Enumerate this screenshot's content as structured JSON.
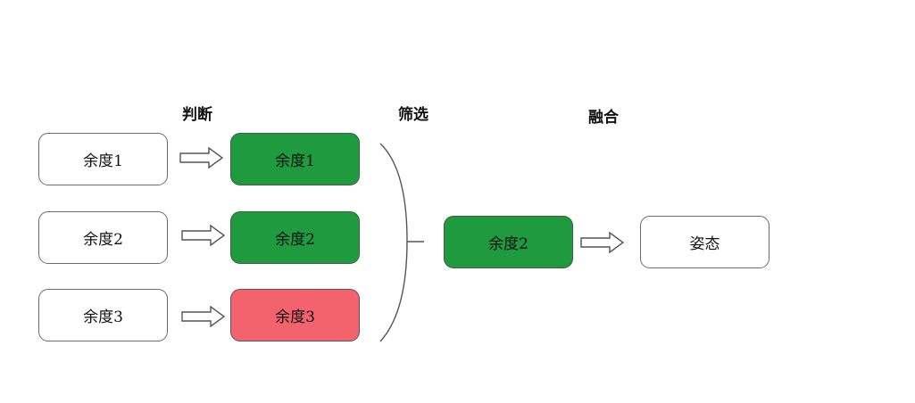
{
  "stages": {
    "judge": "判断",
    "filter": "筛选",
    "fuse": "融合"
  },
  "inputs": [
    "余度1",
    "余度2",
    "余度3"
  ],
  "judged": [
    {
      "label": "余度1",
      "status": "valid",
      "color": "#1f9a3e"
    },
    {
      "label": "余度2",
      "status": "valid",
      "color": "#1f9a3e"
    },
    {
      "label": "余度3",
      "status": "invalid",
      "color": "#f2636e"
    }
  ],
  "selected": {
    "label": "余度2",
    "color": "#1f9a3e"
  },
  "output": {
    "label": "姿态"
  }
}
